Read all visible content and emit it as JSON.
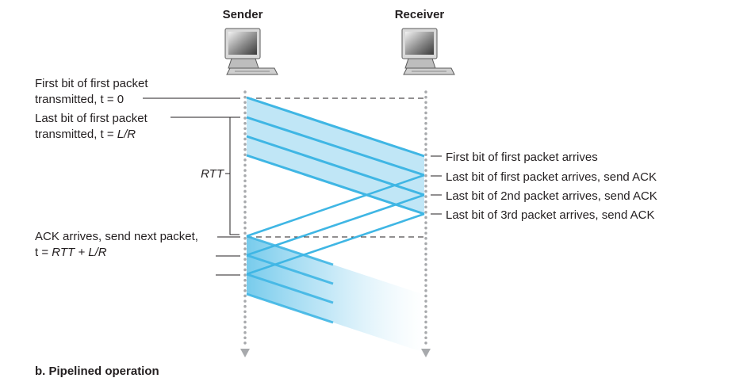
{
  "sender_label": "Sender",
  "receiver_label": "Receiver",
  "left_labels": {
    "first_bit_line1": "First bit of first packet",
    "first_bit_line2_prefix": "transmitted, t = 0",
    "last_bit_line1": "Last bit of first packet",
    "last_bit_line2_prefix": "transmitted, t = ",
    "last_bit_line2_italic": "L/R",
    "rtt": "RTT",
    "ack_line1": "ACK arrives, send next packet,",
    "ack_line2_prefix": "t = ",
    "ack_line2_italic": "RTT + L/R"
  },
  "right_labels": [
    "First bit of first packet arrives",
    "Last bit of first packet arrives, send ACK",
    "Last bit of 2nd packet arrives, send ACK",
    "Last bit of 3rd packet arrives, send ACK"
  ],
  "caption": "b. Pipelined operation",
  "colors": {
    "packet_line": "#3fb6e4",
    "packet_fill": "#bde5f6",
    "timeline": "#a7a9ac",
    "text": "#231f20"
  },
  "icons": [
    "computer-icon",
    "computer-icon"
  ]
}
